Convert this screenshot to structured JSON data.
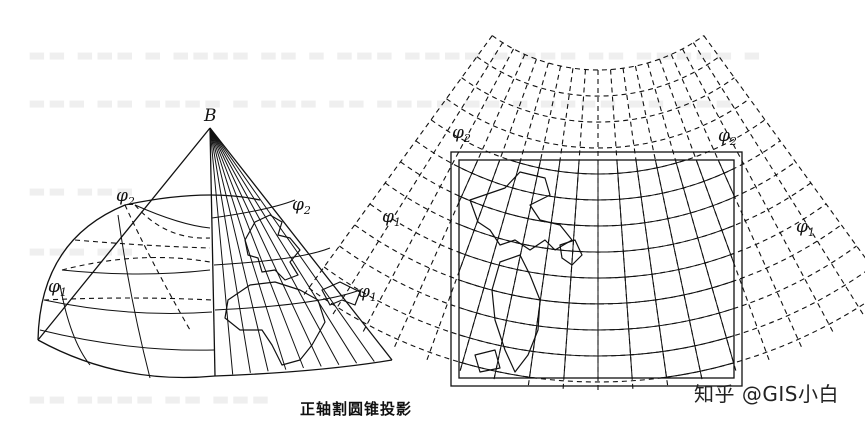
{
  "diagram": {
    "apex_label": "B",
    "phi1": "φ",
    "phi2": "φ",
    "sub1": "1",
    "sub2": "2"
  },
  "caption": "正轴割圆锥投影",
  "watermark": "知乎 @GIS小白"
}
